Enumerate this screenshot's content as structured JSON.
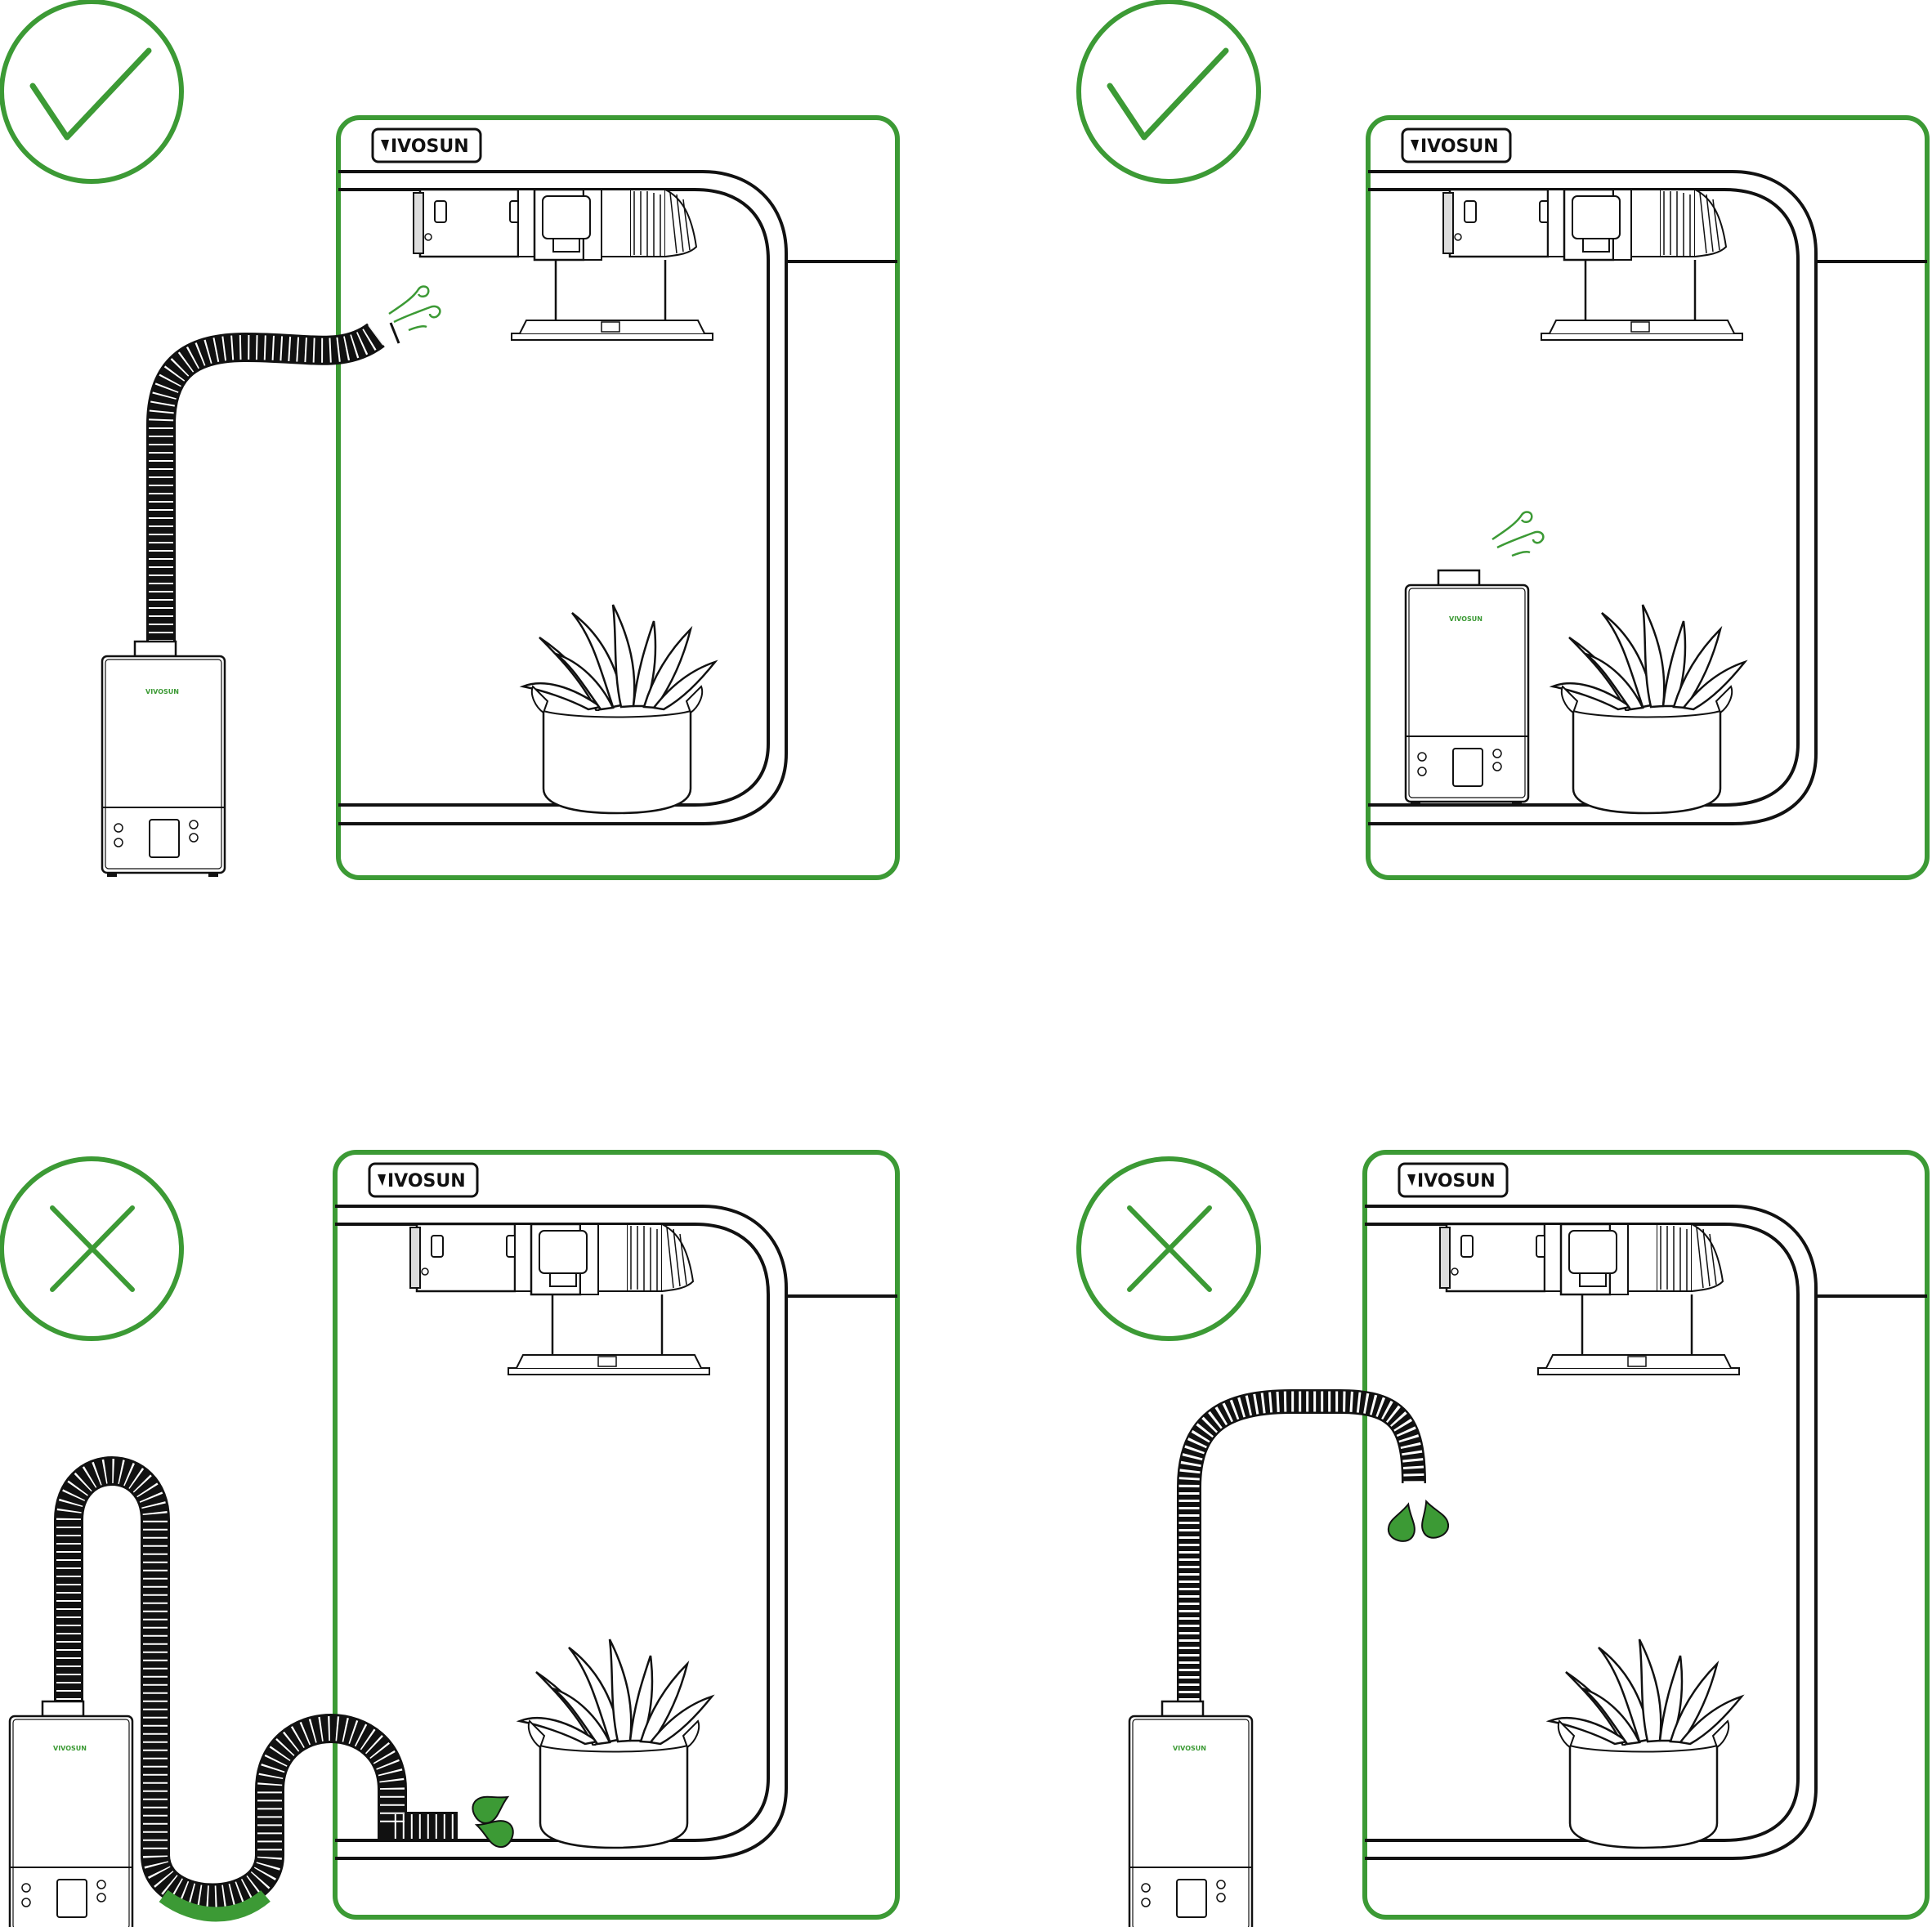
{
  "brand": "VIVOSUN",
  "colors": {
    "accent": "#3c9a35",
    "ink": "#111111",
    "paper": "#ffffff"
  },
  "panels": [
    {
      "id": "top-left",
      "verdict": "correct",
      "icon": "checkmark-icon",
      "scenario": "humidifier outside tent, hose routed into tent upward"
    },
    {
      "id": "top-right",
      "verdict": "correct",
      "icon": "checkmark-icon",
      "scenario": "humidifier placed inside tent"
    },
    {
      "id": "bottom-left",
      "verdict": "incorrect",
      "icon": "cross-icon",
      "scenario": "hose sagging, water pooling"
    },
    {
      "id": "bottom-right",
      "verdict": "incorrect",
      "icon": "cross-icon",
      "scenario": "hose arched downward, water dripping"
    }
  ]
}
